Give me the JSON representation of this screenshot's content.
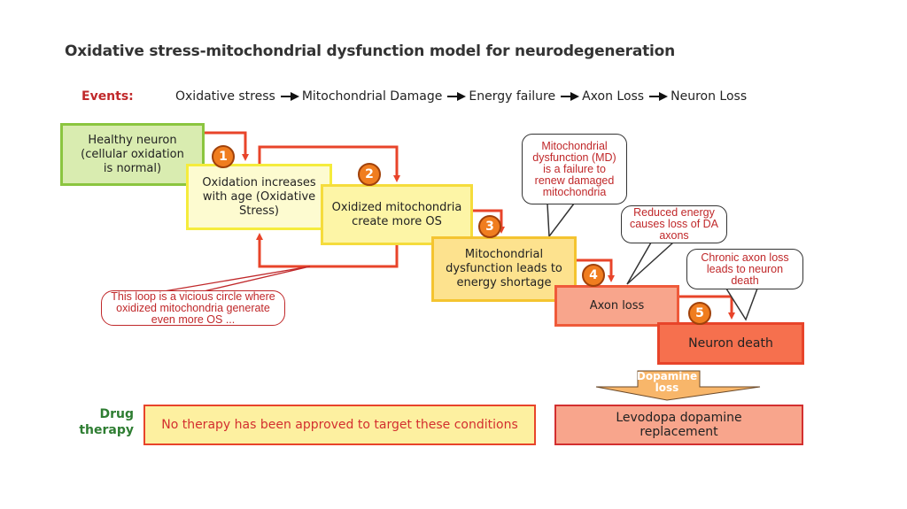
{
  "title": "Oxidative stress-mitochondrial dysfunction model for neurodegeneration",
  "events": {
    "label": "Events:",
    "steps": [
      "Oxidative stress",
      "Mitochondrial Damage",
      "Energy failure",
      "Axon Loss",
      "Neuron Loss"
    ]
  },
  "boxes": {
    "healthy": "Healthy neuron (cellular oxidation is normal)",
    "oxidation": "Oxidation increases with age (Oxidative Stress)",
    "oxidized_mito": "Oxidized mitochondria create more OS",
    "md": "Mitochondrial dysfunction leads to energy shortage",
    "axon_loss": "Axon loss",
    "neuron_death": "Neuron death"
  },
  "step_numbers": [
    "1",
    "2",
    "3",
    "4",
    "5"
  ],
  "callouts": {
    "md": "Mitochondrial dysfunction (MD) is a failure to renew damaged mitochondria",
    "energy": "Reduced energy causes loss of DA axons",
    "chronic": "Chronic axon loss leads to neuron death",
    "loop": "This loop is a vicious circle where oxidized mitochondria generate even more OS ..."
  },
  "dopamine_arrow": "Dopamine loss",
  "drug_therapy": {
    "label": "Drug therapy",
    "none": "No therapy has been approved to target these conditions",
    "levodopa": "Levodopa dopamine replacement"
  },
  "colors": {
    "arrow": "#e8442a",
    "step_badge": "#f07d1f",
    "callout_text": "#c0282a",
    "drug_label": "#2e7d32"
  }
}
